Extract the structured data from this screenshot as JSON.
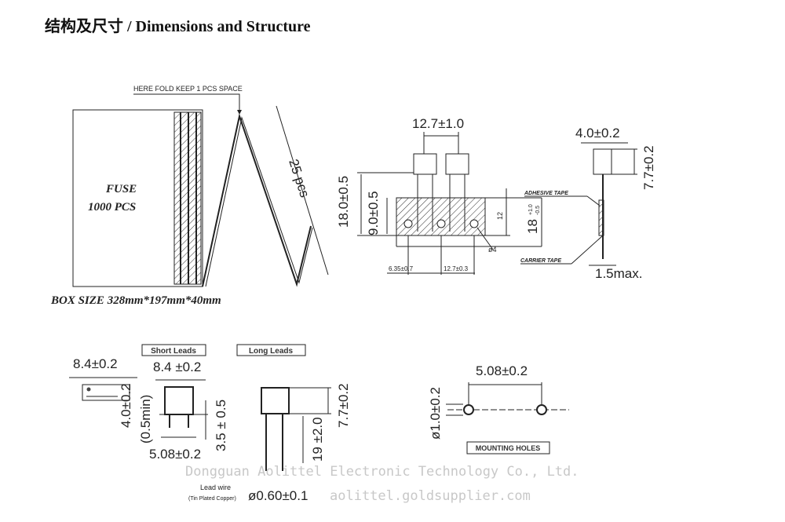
{
  "title": "结构及尺寸  / Dimensions and Structure",
  "box": {
    "fold_note": "HERE FOLD KEEP 1 PCS SPACE",
    "line1": "FUSE",
    "line2": "1000 PCS",
    "count": "25 pcs",
    "size": "BOX SIZE 328mm*197mm*40mm"
  },
  "tape": {
    "pitch_top": "12.7±1.0",
    "h_total": "18.0±0.5",
    "h_hole": "9.0±0.5",
    "tape_12": "12",
    "tape_18": "18",
    "tape_18_tol_up": "+1.0",
    "tape_18_tol_dn": "-0.5",
    "adhesive": "ADHESIVE TAPE",
    "carrier": "CARRIER TAPE",
    "hole": "ø4",
    "offset": "6.35±0.7",
    "pitch_bottom": "12.7±0.3",
    "side_width": "4.0±0.2",
    "side_height": "7.7±0.2",
    "side_max": "1.5max."
  },
  "parts": {
    "top_width": "8.4±0.2",
    "top_depth": "4.0±0.2",
    "short_label": "Short Leads",
    "long_label": "Long Leads",
    "short_width": "8.4 ±0.2",
    "short_min": "(0.5min)",
    "short_lead": "3.5 ± 0.5",
    "short_pitch": "5.08±0.2",
    "long_height": "7.7±0.2",
    "long_lead": "19 ±2.0",
    "lead_wire": "Lead wire",
    "lead_material": "(Tin Plated Copper)",
    "lead_dia": "ø0.60±0.1"
  },
  "mounting": {
    "pitch": "5.08±0.2",
    "hole": "ø1.0±0.2",
    "label": "MOUNTING HOLES"
  },
  "watermark": {
    "line1": "Dongguan Aolittel Electronic Technology Co., Ltd.",
    "line2": "aolittel.goldsupplier.com"
  }
}
